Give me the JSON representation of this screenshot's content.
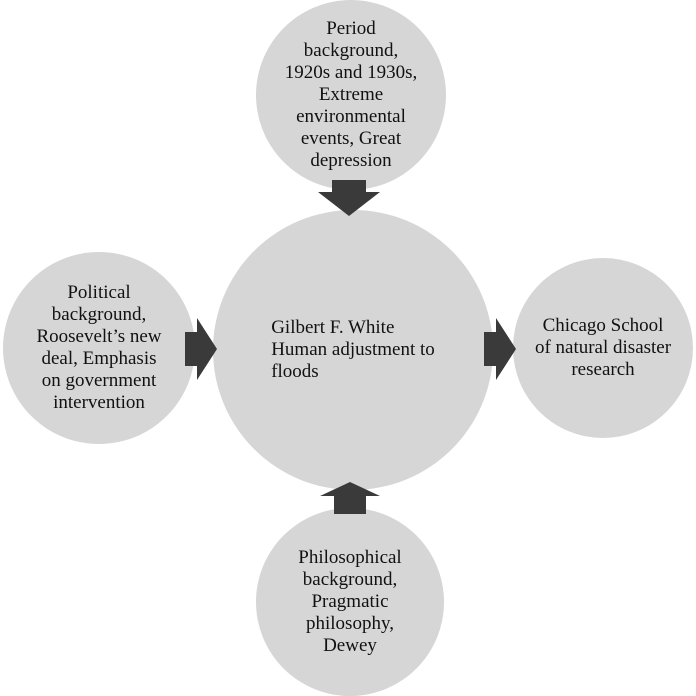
{
  "nodes": {
    "center": {
      "label": "Gilbert F. White\nHuman adjustment to\nfloods"
    },
    "top": {
      "label": "Period\nbackground,\n1920s and 1930s,\nExtreme\nenvironmental\nevents, Great\ndepression"
    },
    "left": {
      "label": "Political\nbackground,\nRoosevelt’s new\ndeal, Emphasis\non government\nintervention"
    },
    "right": {
      "label": "Chicago School\nof natural disaster\nresearch"
    },
    "bottom": {
      "label": "Philosophical\nbackground,\nPragmatic\nphilosophy,\nDewey"
    }
  },
  "colors": {
    "node_fill": "#d6d6d6",
    "arrow_fill": "#3a3a3a",
    "text": "#111111"
  }
}
